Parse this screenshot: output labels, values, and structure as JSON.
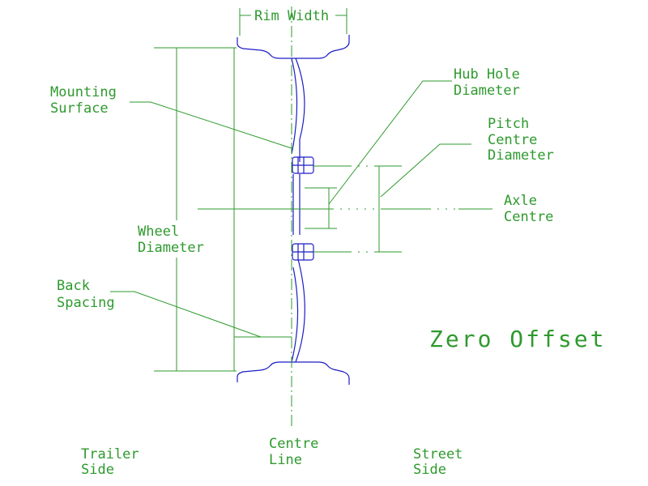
{
  "labels": {
    "rim_width": "Rim Width",
    "mounting_surface_1": "Mounting",
    "mounting_surface_2": "Surface",
    "hub_hole_1": "Hub Hole",
    "hub_hole_2": "Diameter",
    "pitch_1": "Pitch",
    "pitch_2": "Centre",
    "pitch_3": "Diameter",
    "axle_1": "Axle",
    "axle_2": "Centre",
    "wheel_1": "Wheel",
    "wheel_2": "Diameter",
    "back_1": "Back",
    "back_2": "Spacing",
    "title": "Zero Offset",
    "trailer_1": "Trailer",
    "trailer_2": "Side",
    "centre_1": "Centre",
    "centre_2": "Line",
    "street_1": "Street",
    "street_2": "Side"
  },
  "colors": {
    "annotation": "#2e9a2e",
    "wheel_profile": "#1c1cc8",
    "background": "#ffffff"
  }
}
